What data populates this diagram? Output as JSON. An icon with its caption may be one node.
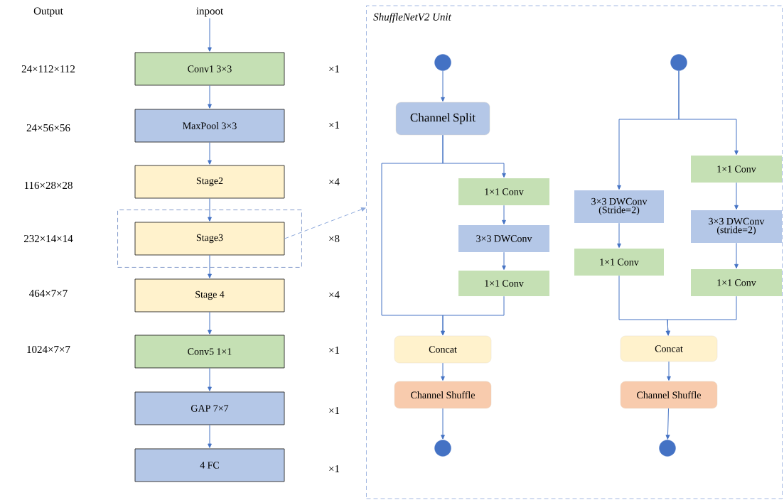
{
  "diagram": {
    "nodes": [
      {
        "text": [
          "inpoot"
        ]
      },
      {
        "text": [
          "Conv1 3×3"
        ]
      },
      {
        "text": [
          "MaxPool 3×3"
        ]
      },
      {
        "text": [
          "Stage2"
        ]
      },
      {
        "text": [],
        "shape": "box"
      },
      {
        "text": [
          "Stage3"
        ],
        "in": 4
      },
      {
        "text": [
          "Stage 4"
        ]
      },
      {
        "text": [
          "Conv5 1×1"
        ]
      },
      {
        "text": [
          "GAP 7×7"
        ]
      },
      {
        "text": [
          "4 FC"
        ]
      },
      {
        "text": [
          "ShuffleNetV2 Unit"
        ]
      },
      {
        "text": [],
        "shape": "circle",
        "in": 10
      },
      {
        "text": [
          "Channel Split"
        ],
        "in": 10
      },
      {
        "text": [
          "1×1 Conv"
        ],
        "in": 10
      },
      {
        "text": [
          "3×3 DWConv"
        ],
        "in": 10
      },
      {
        "text": [
          "1×1 Conv"
        ],
        "in": 10
      },
      {
        "text": [
          "Concat"
        ],
        "in": 10
      },
      {
        "text": [
          "Channel Shuffle"
        ],
        "in": 10
      },
      {
        "text": [],
        "shape": "circle",
        "in": 10
      },
      {
        "text": [],
        "shape": "circle",
        "in": 10
      },
      {
        "text": [
          "3×3 DWConv (Stride=2)"
        ],
        "in": 10
      },
      {
        "text": [
          "1×1 Conv"
        ],
        "in": 10
      },
      {
        "text": [
          "1×1 Conv"
        ],
        "in": 10
      },
      {
        "text": [
          "3×3 DWConv (stride=2)"
        ],
        "in": 10
      },
      {
        "text": [
          "1×1 Conv"
        ],
        "in": 10
      },
      {
        "text": [
          "Concat"
        ],
        "in": 10
      },
      {
        "text": [
          "Channel Shuffle"
        ],
        "in": 10
      },
      {
        "text": [],
        "shape": "circle",
        "in": 10
      }
    ],
    "edges": [
      {
        "from": 0,
        "to": 1,
        "arrow": "to"
      },
      {
        "from": 1,
        "to": 2,
        "arrow": "to"
      },
      {
        "from": 2,
        "to": 3,
        "arrow": "to"
      },
      {
        "from": 3,
        "to": 5,
        "arrow": "to"
      },
      {
        "from": 5,
        "to": 6,
        "arrow": "to"
      },
      {
        "from": 6,
        "to": 7,
        "arrow": "to"
      },
      {
        "from": 7,
        "to": 8,
        "arrow": "to"
      },
      {
        "from": 8,
        "to": 9,
        "arrow": "to"
      },
      {
        "from": 5,
        "to": 10,
        "arrow": "to",
        "style": "dashed"
      },
      {
        "from": 11,
        "to": 12,
        "arrow": "to"
      },
      {
        "from": 12,
        "to": 13,
        "arrow": "to"
      },
      {
        "from": 12,
        "to": 16,
        "arrow": "to"
      },
      {
        "from": 13,
        "to": 14,
        "arrow": "to"
      },
      {
        "from": 14,
        "to": 15,
        "arrow": "to"
      },
      {
        "from": 15,
        "to": 16,
        "arrow": "to"
      },
      {
        "from": 16,
        "to": 17,
        "arrow": "to"
      },
      {
        "from": 17,
        "to": 18,
        "arrow": "to"
      },
      {
        "from": 19,
        "to": 20,
        "arrow": "to"
      },
      {
        "from": 19,
        "to": 22,
        "arrow": "to"
      },
      {
        "from": 20,
        "to": 21,
        "arrow": "to"
      },
      {
        "from": 22,
        "to": 23,
        "arrow": "to"
      },
      {
        "from": 23,
        "to": 24,
        "arrow": "to"
      },
      {
        "from": 21,
        "to": 25,
        "arrow": "to"
      },
      {
        "from": 24,
        "to": 25,
        "arrow": "to"
      },
      {
        "from": 25,
        "to": 26,
        "arrow": "to"
      },
      {
        "from": 26,
        "to": 27,
        "arrow": "to"
      }
    ],
    "labels": [
      "Output",
      "24×112×112",
      "×1",
      "24×56×56",
      "×1",
      "116×28×28",
      "×4",
      "232×14×14",
      "×8",
      "464×7×7",
      "×4",
      "1024×7×7",
      "×1",
      "×1",
      "×1"
    ]
  }
}
